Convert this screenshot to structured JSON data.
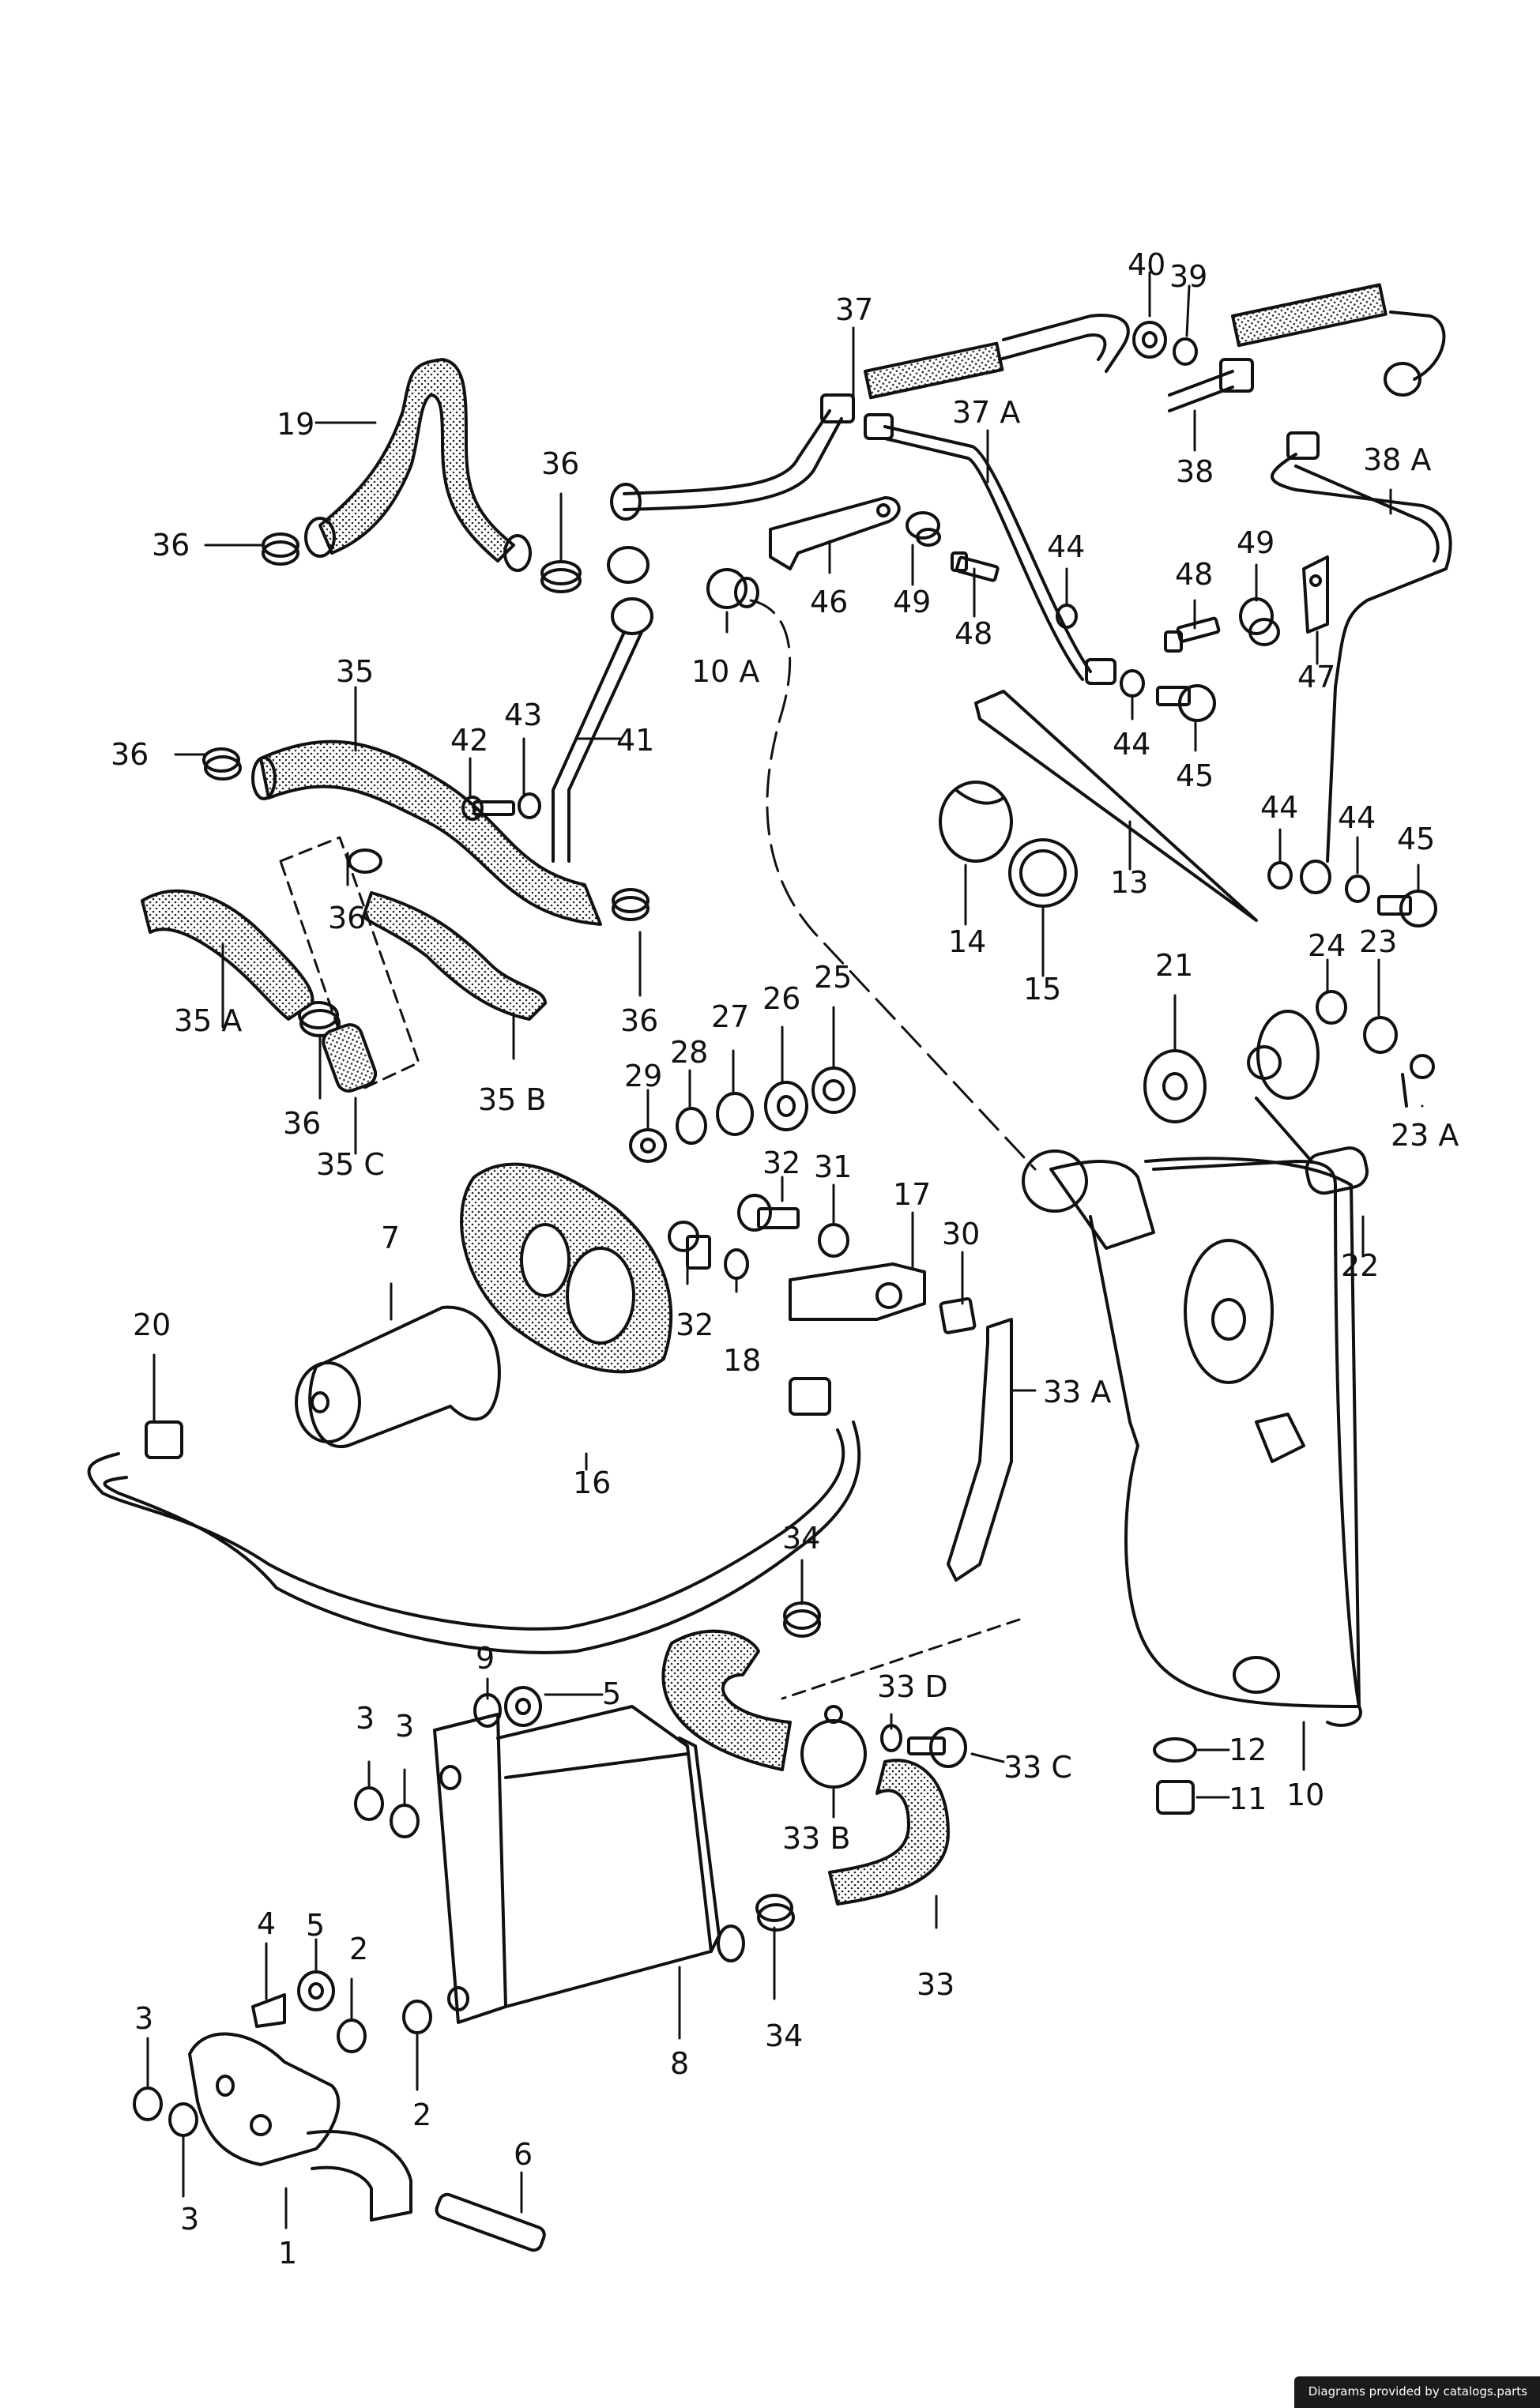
{
  "callouts": [
    {
      "id": "c40",
      "text": "40"
    },
    {
      "id": "c39",
      "text": "39"
    },
    {
      "id": "c37",
      "text": "37"
    },
    {
      "id": "c37a",
      "text": "37 A"
    },
    {
      "id": "c38",
      "text": "38"
    },
    {
      "id": "c38a",
      "text": "38 A"
    },
    {
      "id": "c19",
      "text": "19"
    },
    {
      "id": "c36a",
      "text": "36"
    },
    {
      "id": "c36b",
      "text": "36"
    },
    {
      "id": "c10a",
      "text": "10 A"
    },
    {
      "id": "c46",
      "text": "46"
    },
    {
      "id": "c49a",
      "text": "49"
    },
    {
      "id": "c48a",
      "text": "48"
    },
    {
      "id": "c44a",
      "text": "44"
    },
    {
      "id": "c48b",
      "text": "48"
    },
    {
      "id": "c49b",
      "text": "49"
    },
    {
      "id": "c47",
      "text": "47"
    },
    {
      "id": "c44b",
      "text": "44"
    },
    {
      "id": "c45a",
      "text": "45"
    },
    {
      "id": "c35",
      "text": "35"
    },
    {
      "id": "c36c",
      "text": "36"
    },
    {
      "id": "c42",
      "text": "42"
    },
    {
      "id": "c43",
      "text": "43"
    },
    {
      "id": "c41",
      "text": "41"
    },
    {
      "id": "c13",
      "text": "13"
    },
    {
      "id": "c14",
      "text": "14"
    },
    {
      "id": "c15",
      "text": "15"
    },
    {
      "id": "c44c",
      "text": "44"
    },
    {
      "id": "c44d",
      "text": "44"
    },
    {
      "id": "c45b",
      "text": "45"
    },
    {
      "id": "c36d",
      "text": "36"
    },
    {
      "id": "c35a",
      "text": "35 A"
    },
    {
      "id": "c36e",
      "text": "36"
    },
    {
      "id": "c36f",
      "text": "36"
    },
    {
      "id": "c35b",
      "text": "35 B"
    },
    {
      "id": "c35c",
      "text": "35 C"
    },
    {
      "id": "c29",
      "text": "29"
    },
    {
      "id": "c28",
      "text": "28"
    },
    {
      "id": "c27",
      "text": "27"
    },
    {
      "id": "c26",
      "text": "26"
    },
    {
      "id": "c25",
      "text": "25"
    },
    {
      "id": "c21",
      "text": "21"
    },
    {
      "id": "c24",
      "text": "24"
    },
    {
      "id": "c23",
      "text": "23"
    },
    {
      "id": "c23a",
      "text": "23 A"
    },
    {
      "id": "c22",
      "text": "22"
    },
    {
      "id": "c32a",
      "text": "32"
    },
    {
      "id": "c31",
      "text": "31"
    },
    {
      "id": "c17",
      "text": "17"
    },
    {
      "id": "c30",
      "text": "30"
    },
    {
      "id": "c7",
      "text": "7"
    },
    {
      "id": "c32b",
      "text": "32"
    },
    {
      "id": "c18",
      "text": "18"
    },
    {
      "id": "c16",
      "text": "16"
    },
    {
      "id": "c20",
      "text": "20"
    },
    {
      "id": "c33a",
      "text": "33 A"
    },
    {
      "id": "c34a",
      "text": "34"
    },
    {
      "id": "c9",
      "text": "9"
    },
    {
      "id": "c5a",
      "text": "5"
    },
    {
      "id": "c33d",
      "text": "33 D"
    },
    {
      "id": "c33c",
      "text": "33 C"
    },
    {
      "id": "c12",
      "text": "12"
    },
    {
      "id": "c11",
      "text": "11"
    },
    {
      "id": "c10",
      "text": "10"
    },
    {
      "id": "c3a",
      "text": "3"
    },
    {
      "id": "c3b",
      "text": "3"
    },
    {
      "id": "c33b",
      "text": "33 B"
    },
    {
      "id": "c4",
      "text": "4"
    },
    {
      "id": "c5b",
      "text": "5"
    },
    {
      "id": "c2a",
      "text": "2"
    },
    {
      "id": "c33",
      "text": "33"
    },
    {
      "id": "c34b",
      "text": "34"
    },
    {
      "id": "c8",
      "text": "8"
    },
    {
      "id": "c3c",
      "text": "3"
    },
    {
      "id": "c2b",
      "text": "2"
    },
    {
      "id": "c6",
      "text": "6"
    },
    {
      "id": "c3d",
      "text": "3"
    },
    {
      "id": "c1",
      "text": "1"
    }
  ],
  "footer": {
    "credit": "Diagrams provided by catalogs.parts"
  }
}
